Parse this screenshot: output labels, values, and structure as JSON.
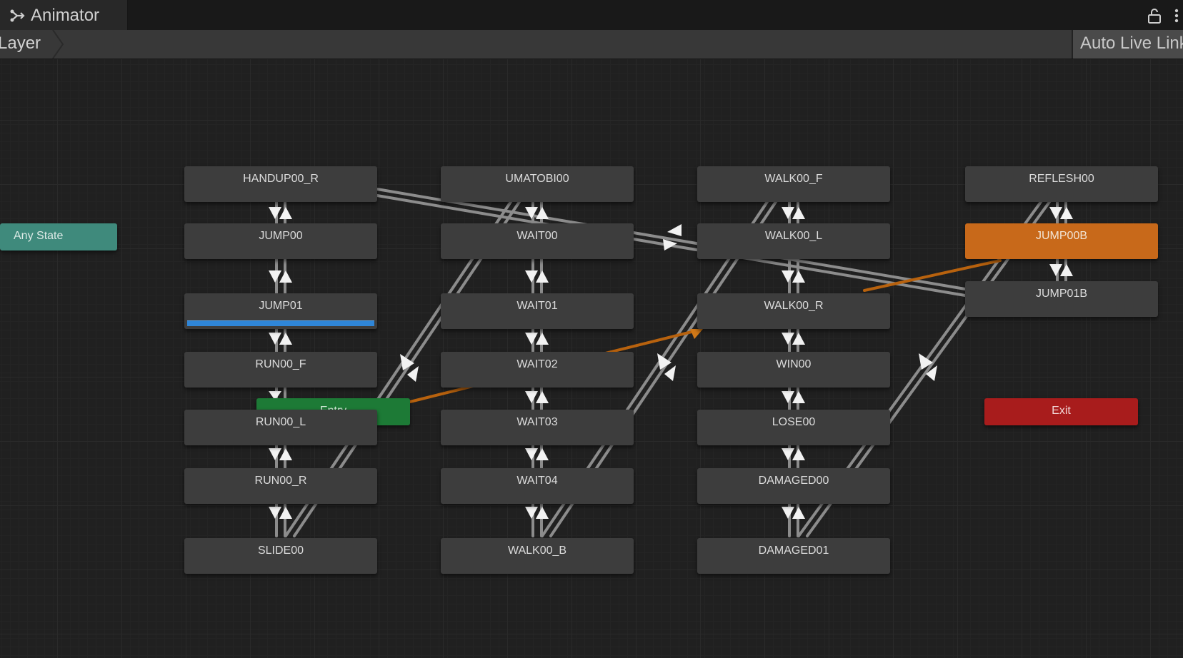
{
  "tab": {
    "title": "Animator",
    "icon": "animator-icon"
  },
  "toolbar": {
    "breadcrumb": "Layer",
    "live_link": "Auto Live Link"
  },
  "graph": {
    "any_state": "Any State",
    "entry": "Entry",
    "exit": "Exit",
    "columns": [
      [
        "HANDUP00_R",
        "JUMP00",
        "JUMP01",
        "RUN00_F",
        "RUN00_L",
        "RUN00_R",
        "SLIDE00"
      ],
      [
        "UMATOBI00",
        "WAIT00",
        "WAIT01",
        "WAIT02",
        "WAIT03",
        "WAIT04",
        "WALK00_B"
      ],
      [
        "WALK00_F",
        "WALK00_L",
        "WALK00_R",
        "WIN00",
        "LOSE00",
        "DAMAGED00",
        "DAMAGED01"
      ],
      [
        "REFLESH00",
        "JUMP00B",
        "JUMP01B"
      ]
    ],
    "current_state": "JUMP00B",
    "playing_state": "JUMP01",
    "playing_progress": 1.0
  },
  "colors": {
    "current_state": "#c8691a",
    "any_state": "#3f8a7c",
    "entry": "#1d7a36",
    "exit": "#a81c1c",
    "progress": "#2f86d8",
    "active_transition": "#b8620e"
  }
}
